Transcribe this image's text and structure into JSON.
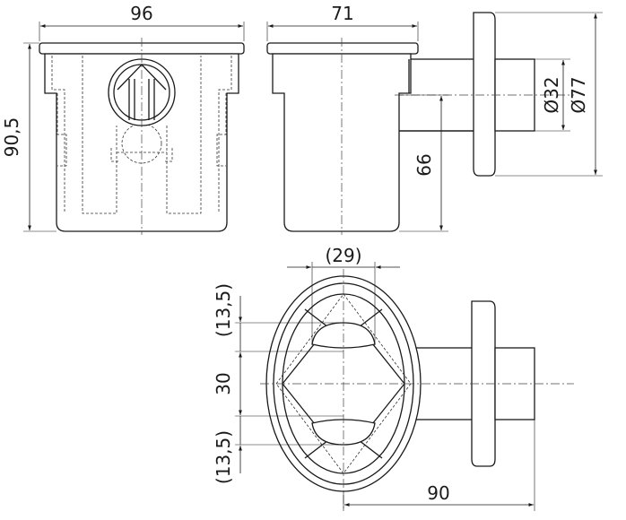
{
  "dimensions": {
    "front_width": "96",
    "front_height": "90,5",
    "side_depth": "71",
    "outlet_height": "66",
    "inner_diameter": "Ø32",
    "outer_diameter": "Ø77",
    "grate_slot_width": "(29)",
    "slot_top": "(13,5)",
    "slot_gap": "30",
    "slot_bottom": "(13,5)",
    "total_length": "90"
  }
}
